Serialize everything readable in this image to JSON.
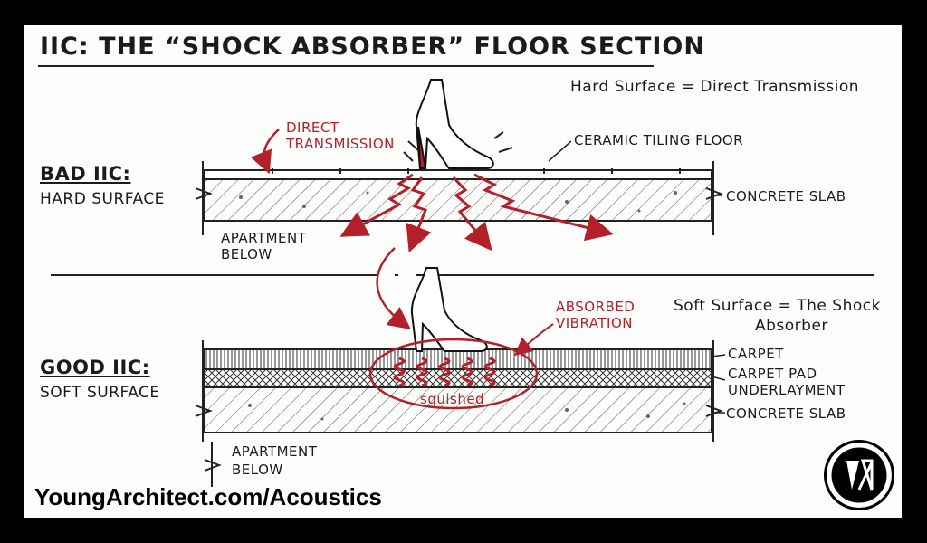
{
  "title": "IIC: THE “SHOCK ABSORBER” FLOOR SECTION",
  "notes": {
    "hard": "Hard Surface = Direct Transmission",
    "soft_line1": "Soft Surface = The Shock",
    "soft_line2": "Absorber"
  },
  "bad": {
    "title": "BAD IIC:",
    "subtitle": "HARD SURFACE",
    "direct_line1": "DIRECT",
    "direct_line2": "TRANSMISSION",
    "tile_label": "CERAMIC TILING FLOOR",
    "slab_label": "CONCRETE SLAB",
    "below_line1": "APARTMENT",
    "below_line2": "BELOW"
  },
  "good": {
    "title": "GOOD IIC:",
    "subtitle": "SOFT SURFACE",
    "absorbed_line1": "ABSORBED",
    "absorbed_line2": "VIBRATION",
    "squished": "squished",
    "carpet_label": "CARPET",
    "pad_line1": "CARPET PAD",
    "pad_line2": "UNDERLAYMENT",
    "slab_label": "CONCRETE SLAB",
    "below_line1": "APARTMENT",
    "below_line2": "BELOW"
  },
  "footer": {
    "url": "YoungArchitect.com/Acoustics",
    "logo_icon": "young-architect-logo-icon"
  },
  "colors": {
    "accent_red": "#b3202a",
    "ink": "#1b1b1b",
    "paper": "#fdfdfb",
    "frame": "#000000"
  }
}
